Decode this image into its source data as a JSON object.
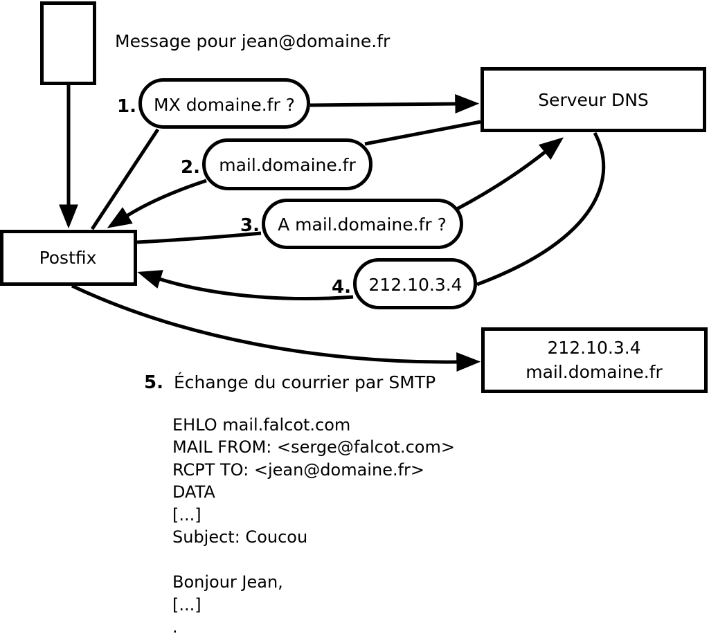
{
  "colors": {
    "ink": "#000000",
    "background": "#ffffff"
  },
  "diagram": {
    "annotation": "Message pour jean@domaine.fr",
    "nodes": {
      "postfix": {
        "label": "Postfix"
      },
      "dns_server": {
        "label": "Serveur DNS"
      },
      "mail_server": {
        "line1": "212.10.3.4",
        "line2": "mail.domaine.fr"
      }
    },
    "steps": [
      {
        "num": "1.",
        "label": "MX domaine.fr ?"
      },
      {
        "num": "2.",
        "label": "mail.domaine.fr"
      },
      {
        "num": "3.",
        "label": "A mail.domaine.fr ?"
      },
      {
        "num": "4.",
        "label": "212.10.3.4"
      },
      {
        "num": "5.",
        "label": "Échange du courrier par SMTP"
      }
    ],
    "smtp_transcript": [
      "EHLO mail.falcot.com",
      "MAIL FROM: <serge@falcot.com>",
      "RCPT TO: <jean@domaine.fr>",
      "DATA",
      "[...]",
      "Subject: Coucou",
      "",
      "Bonjour Jean,",
      "[...]",
      "."
    ]
  }
}
